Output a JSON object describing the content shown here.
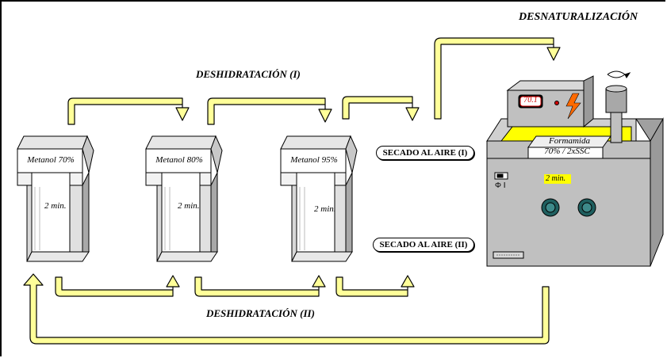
{
  "titles": {
    "desnaturalizacion": "DESNATURALIZACIÓN",
    "deshidratacion_1": "DESHIDRATACIÓN (I)",
    "deshidratacion_2": "DESHIDRATACIÓN (II)"
  },
  "jars": [
    {
      "label": "Metanol 70%",
      "time": "2 min."
    },
    {
      "label": "Metanol 80%",
      "time": "2 min."
    },
    {
      "label": "Metanol 95%",
      "time": "2 min."
    }
  ],
  "secado": {
    "aire_1": "SECADO AL AIRE (I)",
    "aire_2": "SECADO AL AIRE (II)"
  },
  "bath": {
    "display": "70.1",
    "solution_line1": "Formamida",
    "solution_line2": "70% / 2xSSC",
    "time": "2 min.",
    "switch_label": "Φ  I"
  },
  "colors": {
    "arrow_fill": "#ffff99",
    "machine_gray": "#c0c0c0",
    "knob": "#1f5f5f",
    "highlight": "#ffff00",
    "display_red": "#d00000"
  }
}
